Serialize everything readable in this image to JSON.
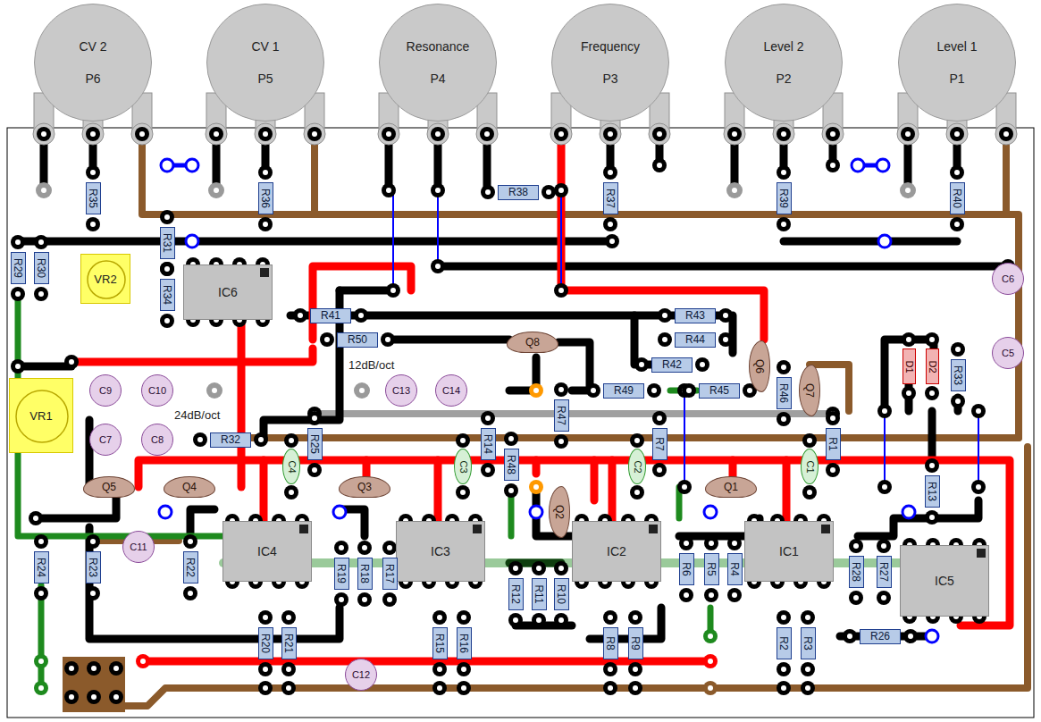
{
  "diagram": {
    "nodes": [
      {
        "text": [
          "CV 2",
          "P6"
        ]
      },
      {
        "text": [
          "CV 1",
          "P5"
        ]
      },
      {
        "text": [
          "Resonance",
          "P4"
        ]
      },
      {
        "text": [
          "Frequency",
          "P3"
        ]
      },
      {
        "text": [
          "Level 2",
          "P2"
        ]
      },
      {
        "text": [
          "Level 1",
          "P1"
        ]
      },
      {
        "text": [
          "R38"
        ]
      },
      {
        "text": [
          "R35"
        ]
      },
      {
        "text": [
          "R36"
        ]
      },
      {
        "text": [
          "R37"
        ]
      },
      {
        "text": [
          "R39"
        ]
      },
      {
        "text": [
          "R40"
        ]
      },
      {
        "text": [
          "R31"
        ]
      },
      {
        "text": [
          "R29"
        ]
      },
      {
        "text": [
          "R30"
        ]
      },
      {
        "text": [
          "VR2"
        ]
      },
      {
        "text": [
          "IC6"
        ]
      },
      {
        "text": [
          "C6"
        ]
      },
      {
        "text": [
          "R34"
        ]
      },
      {
        "text": [
          "R41"
        ]
      },
      {
        "text": [
          "R43"
        ]
      },
      {
        "text": [
          "R50"
        ]
      },
      {
        "text": [
          "R44"
        ]
      },
      {
        "text": [
          "Q8"
        ]
      },
      {
        "text": [
          "Q6"
        ]
      },
      {
        "text": [
          "D1"
        ]
      },
      {
        "text": [
          "D2"
        ]
      },
      {
        "text": [
          "R33"
        ]
      },
      {
        "text": [
          "C5"
        ]
      },
      {
        "text": [
          "R42"
        ]
      },
      {
        "text": [
          "Q7"
        ]
      },
      {
        "text": [
          "VR1"
        ]
      },
      {
        "text": [
          "C9"
        ]
      },
      {
        "text": [
          "C10"
        ]
      },
      {
        "text": [
          "C13"
        ]
      },
      {
        "text": [
          "C14"
        ]
      },
      {
        "text": [
          "R49"
        ]
      },
      {
        "text": [
          "R45"
        ]
      },
      {
        "text": [
          "R46"
        ]
      },
      {
        "text": [
          "R47"
        ]
      },
      {
        "text": [
          "C7"
        ]
      },
      {
        "text": [
          "C8"
        ]
      },
      {
        "text": [
          "R32"
        ]
      },
      {
        "text": [
          "R25"
        ]
      },
      {
        "text": [
          "R14"
        ]
      },
      {
        "text": [
          "R7"
        ]
      },
      {
        "text": [
          "R1"
        ]
      },
      {
        "text": [
          "C4"
        ]
      },
      {
        "text": [
          "C3"
        ]
      },
      {
        "text": [
          "C2"
        ]
      },
      {
        "text": [
          "C1"
        ]
      },
      {
        "text": [
          "R48"
        ]
      },
      {
        "text": [
          "Q5"
        ]
      },
      {
        "text": [
          "Q4"
        ]
      },
      {
        "text": [
          "Q3"
        ]
      },
      {
        "text": [
          "Q1"
        ]
      },
      {
        "text": [
          "Q2"
        ]
      },
      {
        "text": [
          "R13"
        ]
      },
      {
        "text": [
          "C11"
        ]
      },
      {
        "text": [
          "IC4"
        ]
      },
      {
        "text": [
          "IC3"
        ]
      },
      {
        "text": [
          "IC2"
        ]
      },
      {
        "text": [
          "IC1"
        ]
      },
      {
        "text": [
          "IC5"
        ]
      },
      {
        "text": [
          "R24"
        ]
      },
      {
        "text": [
          "R23"
        ]
      },
      {
        "text": [
          "R22"
        ]
      },
      {
        "text": [
          "R19"
        ]
      },
      {
        "text": [
          "R18"
        ]
      },
      {
        "text": [
          "R17"
        ]
      },
      {
        "text": [
          "R6"
        ]
      },
      {
        "text": [
          "R5"
        ]
      },
      {
        "text": [
          "R4"
        ]
      },
      {
        "text": [
          "R28"
        ]
      },
      {
        "text": [
          "R27"
        ]
      },
      {
        "text": [
          "R12"
        ]
      },
      {
        "text": [
          "R11"
        ]
      },
      {
        "text": [
          "R10"
        ]
      },
      {
        "text": [
          "R26"
        ]
      },
      {
        "text": [
          "R20"
        ]
      },
      {
        "text": [
          "R21"
        ]
      },
      {
        "text": [
          "C12"
        ]
      },
      {
        "text": [
          "R15"
        ]
      },
      {
        "text": [
          "R16"
        ]
      },
      {
        "text": [
          "R8"
        ]
      },
      {
        "text": [
          "R9"
        ]
      },
      {
        "text": [
          "R2"
        ]
      },
      {
        "text": [
          "R3"
        ]
      }
    ],
    "labels": [
      "12dB/oct",
      "24dB/oct"
    ]
  }
}
